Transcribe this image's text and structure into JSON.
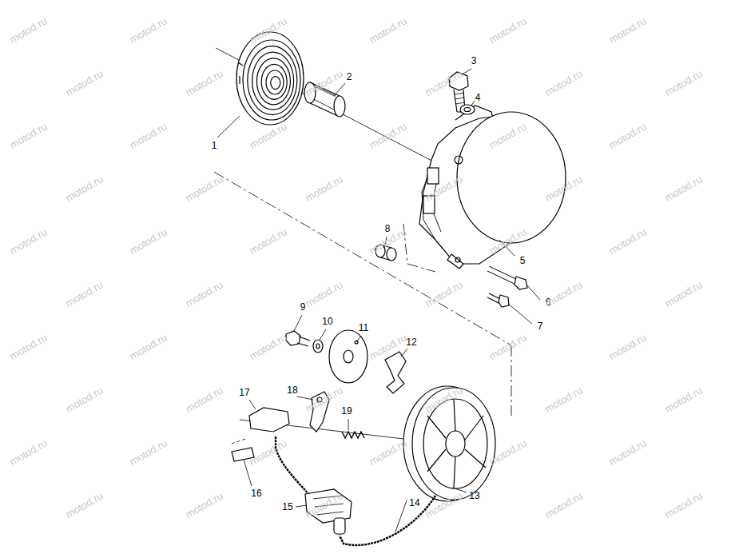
{
  "diagram": {
    "labels": [
      "1",
      "2",
      "3",
      "4",
      "5",
      "6",
      "7",
      "8",
      "9",
      "10",
      "11",
      "12",
      "13",
      "14",
      "15",
      "16",
      "17",
      "18",
      "19",
      "motod.ru",
      "motod.ru",
      "motod.ru",
      "motod.ru",
      "motod.ru",
      "motod.ru",
      "motod.ru",
      "motod.ru",
      "motod.ru",
      "motod.ru",
      "motod.ru",
      "motod.ru",
      "motod.ru",
      "motod.ru",
      "motod.ru",
      "motod.ru",
      "motod.ru",
      "motod.ru",
      "motod.ru",
      "motod.ru",
      "motod.ru",
      "motod.ru",
      "motod.ru",
      "motod.ru",
      "motod.ru",
      "motod.ru",
      "motod.ru",
      "motod.ru",
      "motod.ru",
      "motod.ru",
      "motod.ru",
      "motod.ru",
      "motod.ru",
      "motod.ru",
      "motod.ru",
      "motod.ru",
      "motod.ru",
      "motod.ru",
      "motod.ru",
      "motod.ru",
      "motod.ru",
      "motod.ru",
      "motod.ru",
      "motod.ru",
      "motod.ru",
      "motod.ru",
      "motod.ru",
      "motod.ru",
      "motod.ru",
      "motod.ru",
      "motod.ru",
      "motod.ru",
      "motod.ru",
      "motod.ru",
      "motod.ru",
      "motod.ru",
      "motod.ru",
      "motod.ru",
      "motod.ru",
      "motod.ru"
    ]
  }
}
